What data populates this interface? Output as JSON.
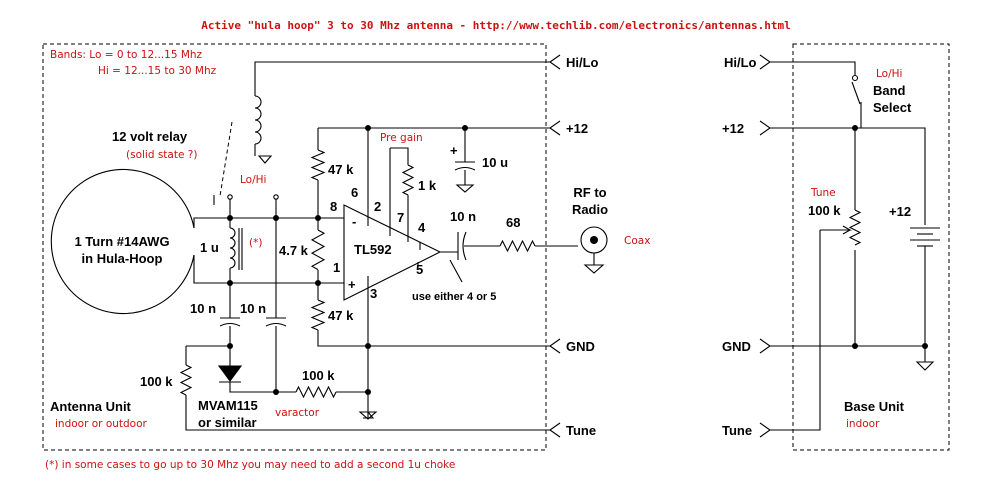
{
  "title": "Active \"hula hoop\" 3 to 30 Mhz antenna - http://www.techlib.com/electronics/antennas.html",
  "bands": {
    "line1": "Bands: Lo = 0 to 12...15 Mhz",
    "line2": "Hi = 12...15 to 30 Mhz"
  },
  "antenna_unit": {
    "label": "Antenna Unit",
    "sublabel": "indoor or outdoor",
    "relay_label": "12 volt relay",
    "relay_note": "(solid state ?)",
    "switch_label": "Lo/Hi",
    "loop_line1": "1 Turn #14AWG",
    "loop_line2": "in Hula-Hoop",
    "choke": "1 u",
    "choke_note": "(*)",
    "cap1": "10 n",
    "cap2": "10 n",
    "res_4k7": "4.7 k",
    "res_47k_top": "47 k",
    "res_47k_bot": "47 k",
    "res_100k_left": "100 k",
    "res_100k_mid": "100 k",
    "varactor_line1": "MVAM115",
    "varactor_line2": "or similar",
    "varactor_note": "varactor",
    "pre_gain": "Pre gain",
    "res_1k": "1 k",
    "cap_10u": "10 u",
    "opamp": "TL592",
    "pin_minus": "-",
    "pin_plus": "+",
    "pin1": "1",
    "pin2": "2",
    "pin3": "3",
    "pin4": "4",
    "pin5": "5",
    "pin6": "6",
    "pin7": "7",
    "pin8": "8",
    "cap_out": "10 n",
    "res_68": "68",
    "pin_note": "use either 4 or 5",
    "rf_line1": "RF to",
    "rf_line2": "Radio",
    "coax": "Coax"
  },
  "connectors": {
    "hilo": "Hi/Lo",
    "v12": "+12",
    "gnd": "GND",
    "tune": "Tune"
  },
  "base_unit": {
    "label": "Base Unit",
    "sublabel": "indoor",
    "switch_label": "Lo/Hi",
    "band_line1": "Band",
    "band_line2": "Select",
    "tune_note": "Tune",
    "pot": "100 k",
    "battery": "+12",
    "hilo": "Hi/Lo",
    "v12": "+12",
    "gnd": "GND",
    "tune": "Tune"
  },
  "footnote": "(*) in some cases to go up to 30 Mhz you may need to add a second 1u choke"
}
